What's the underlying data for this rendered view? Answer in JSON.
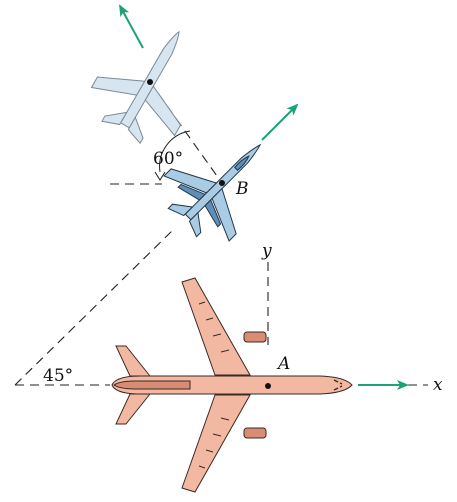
{
  "labels": {
    "angle_60": "60°",
    "angle_45": "45°",
    "point_b": "B",
    "point_a": "A",
    "axis_y": "y",
    "axis_x": "x"
  },
  "colors": {
    "arrow": "#1aa37a",
    "pale_jet": "#d6e5f0",
    "jet_b": "#a9cbe3",
    "jet_b_dark": "#5f8fb6",
    "airliner": "#f2b8a2",
    "airliner_dark": "#d98c74",
    "outline": "#222222"
  }
}
